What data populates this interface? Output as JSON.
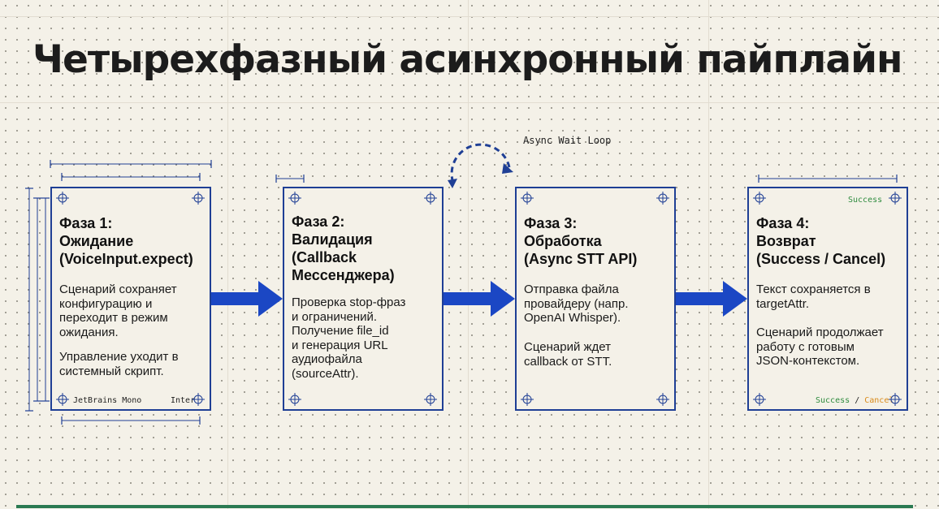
{
  "title": "Четырехфазный асинхронный пайплайн",
  "loop_label": "Async Wait Loop",
  "colors": {
    "frame": "#1f3f95",
    "arrow": "#1b47c4",
    "success": "#2e8b3e",
    "cancel": "#d98a1a",
    "footer": "#2a7a52"
  },
  "phases": [
    {
      "title": [
        "Фаза 1:",
        "Ожидание",
        "(VoiceInput.expect)"
      ],
      "body": [
        "Сценарий сохраняет",
        "конфигурацию и",
        "переходит в режим",
        "ожидания."
      ],
      "body2": [
        "Управление уходит в",
        "системный скрипт."
      ],
      "font_left": "JetBrains Mono",
      "font_right": "Inter"
    },
    {
      "title": [
        "Фаза 2:",
        "Валидация",
        "(Callback",
        "Мессенджера)"
      ],
      "body": [
        "Проверка stop-фраз",
        "и ограничений.",
        "Получение file_id",
        "и генерация URL",
        "аудиофайла",
        "(sourceAttr)."
      ]
    },
    {
      "title": [
        "Фаза 3:",
        "Обработка",
        "(Async STT API)"
      ],
      "body": [
        "Отправка файла",
        "провайдеру (напр.",
        "OpenAI Whisper)."
      ],
      "body2": [
        "Сценарий ждет",
        "callback от STT."
      ]
    },
    {
      "title": [
        "Фаза 4:",
        "Возврат",
        "(Success / Cancel)"
      ],
      "body": [
        "Текст сохраняется в",
        "targetAttr."
      ],
      "body2": [
        "Сценарий продолжает",
        "работу с готовым",
        "JSON-контекстом."
      ],
      "status_top": "Success",
      "status_success": "Success",
      "status_sep": "/",
      "status_cancel": "Cancel"
    }
  ]
}
